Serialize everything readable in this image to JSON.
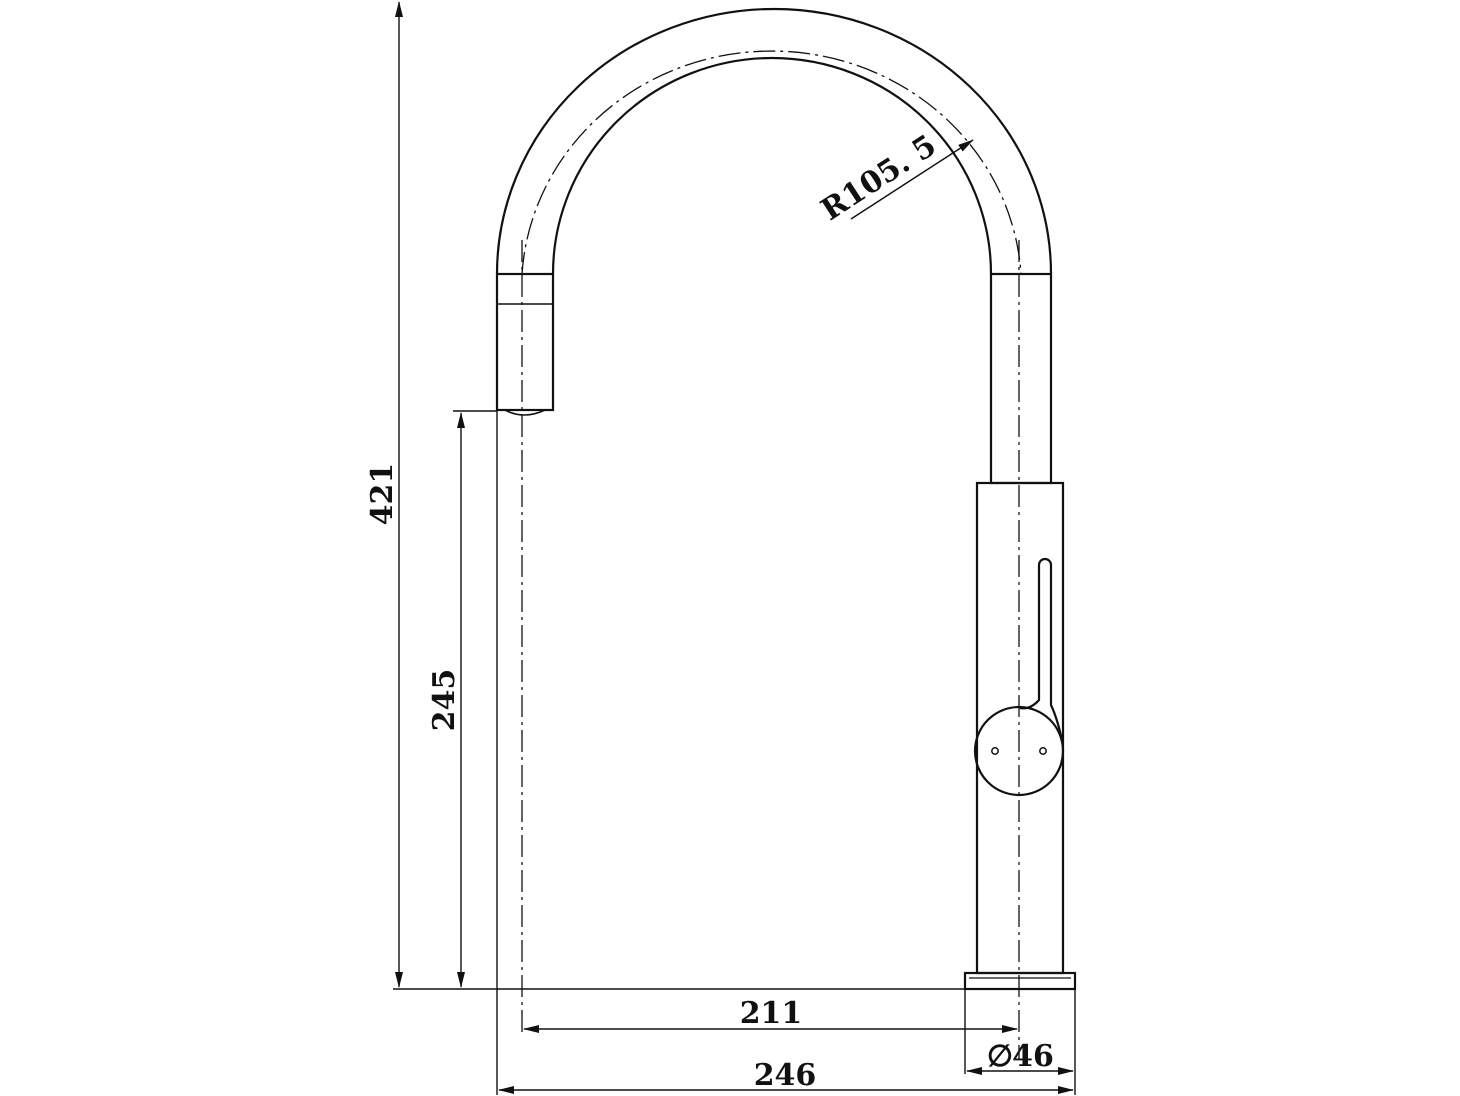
{
  "drawing": {
    "dimensions": {
      "total_height": "421",
      "spout_outlet_height": "245",
      "spout_reach": "211",
      "overall_width": "246",
      "base_diameter": "46",
      "arc_radius": "R105. 5"
    },
    "diameter_symbol": "∅"
  }
}
